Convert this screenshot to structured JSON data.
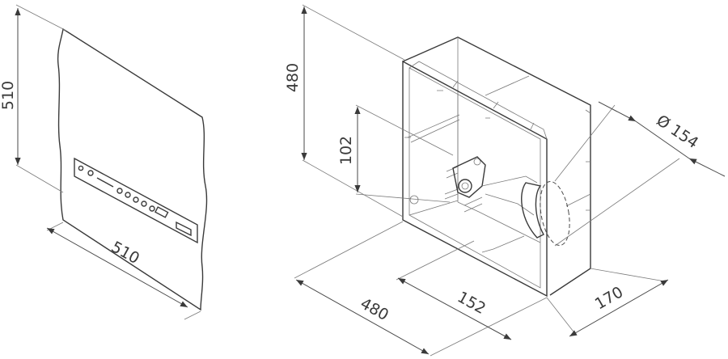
{
  "dimensions": {
    "panel_height": "510",
    "panel_width": "510",
    "box_height": "480",
    "box_width": "480",
    "offset_height": "102",
    "offset_depth": "152",
    "box_depth": "170",
    "diameter": "Ø 154"
  }
}
